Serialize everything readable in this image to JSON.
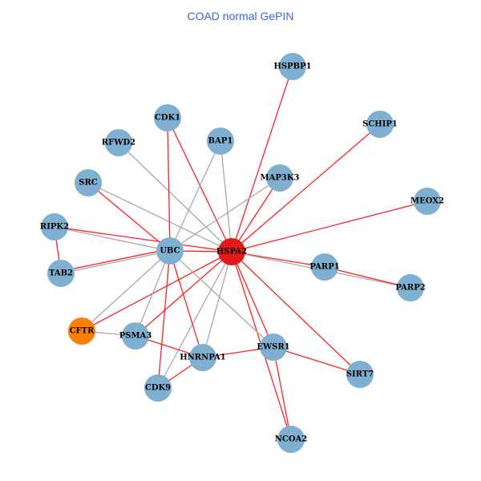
{
  "title": "COAD normal GePIN",
  "colors": {
    "node_default": "#7fb0d2",
    "hub": "#e31a1c",
    "highlight": "#ff7f00",
    "edge_red": "#ff2020",
    "edge_gray": "#a8a8a8"
  },
  "nodes": [
    {
      "id": "HSPBP1",
      "type": "default"
    },
    {
      "id": "SCHIP1",
      "type": "default"
    },
    {
      "id": "MEOX2",
      "type": "default"
    },
    {
      "id": "PARP1",
      "type": "default"
    },
    {
      "id": "PARP2",
      "type": "default"
    },
    {
      "id": "SIRT7",
      "type": "default"
    },
    {
      "id": "NCOA2",
      "type": "default"
    },
    {
      "id": "EWSR1",
      "type": "default"
    },
    {
      "id": "HNRNPA1",
      "type": "default"
    },
    {
      "id": "CDK9",
      "type": "default"
    },
    {
      "id": "PSMA3",
      "type": "default"
    },
    {
      "id": "CFTR",
      "type": "highlight"
    },
    {
      "id": "TAB2",
      "type": "default"
    },
    {
      "id": "RIPK2",
      "type": "default"
    },
    {
      "id": "SRC",
      "type": "default"
    },
    {
      "id": "RFWD2",
      "type": "default"
    },
    {
      "id": "CDK1",
      "type": "default"
    },
    {
      "id": "BAP1",
      "type": "default"
    },
    {
      "id": "MAP3K3",
      "type": "default"
    },
    {
      "id": "UBC",
      "type": "default"
    },
    {
      "id": "HSPA2",
      "type": "hub"
    }
  ],
  "edges": [
    [
      "HSPA2",
      "HSPBP1",
      "red"
    ],
    [
      "HSPA2",
      "SCHIP1",
      "red"
    ],
    [
      "HSPA2",
      "MEOX2",
      "red"
    ],
    [
      "HSPA2",
      "PARP1",
      "red"
    ],
    [
      "HSPA2",
      "PARP2",
      "gray"
    ],
    [
      "PARP1",
      "PARP2",
      "red"
    ],
    [
      "HSPA2",
      "SIRT7",
      "red"
    ],
    [
      "HSPA2",
      "EWSR1",
      "red"
    ],
    [
      "HSPA2",
      "NCOA2",
      "red"
    ],
    [
      "HSPA2",
      "MAP3K3",
      "red"
    ],
    [
      "HSPA2",
      "CDK1",
      "red"
    ],
    [
      "HSPA2",
      "UBC",
      "red"
    ],
    [
      "HSPA2",
      "RIPK2",
      "red"
    ],
    [
      "HSPA2",
      "CFTR",
      "red"
    ],
    [
      "HSPA2",
      "PSMA3",
      "red"
    ],
    [
      "HSPA2",
      "HNRNPA1",
      "gray"
    ],
    [
      "HSPA2",
      "CDK9",
      "gray"
    ],
    [
      "HSPA2",
      "BAP1",
      "gray"
    ],
    [
      "HSPA2",
      "RFWD2",
      "gray"
    ],
    [
      "HSPA2",
      "SRC",
      "gray"
    ],
    [
      "UBC",
      "SRC",
      "red"
    ],
    [
      "UBC",
      "RIPK2",
      "gray"
    ],
    [
      "UBC",
      "TAB2",
      "gray"
    ],
    [
      "UBC",
      "TAB2",
      "red"
    ],
    [
      "UBC",
      "CDK1",
      "red"
    ],
    [
      "UBC",
      "BAP1",
      "gray"
    ],
    [
      "UBC",
      "MAP3K3",
      "gray"
    ],
    [
      "UBC",
      "CFTR",
      "gray"
    ],
    [
      "UBC",
      "PSMA3",
      "gray"
    ],
    [
      "UBC",
      "HNRNPA1",
      "red"
    ],
    [
      "UBC",
      "CDK9",
      "red"
    ],
    [
      "UBC",
      "EWSR1",
      "gray"
    ],
    [
      "RIPK2",
      "TAB2",
      "red"
    ],
    [
      "CFTR",
      "PSMA3",
      "gray"
    ],
    [
      "PSMA3",
      "HNRNPA1",
      "red"
    ],
    [
      "HNRNPA1",
      "EWSR1",
      "red"
    ],
    [
      "HNRNPA1",
      "CDK9",
      "red"
    ],
    [
      "EWSR1",
      "SIRT7",
      "red"
    ],
    [
      "EWSR1",
      "NCOA2",
      "red"
    ]
  ]
}
